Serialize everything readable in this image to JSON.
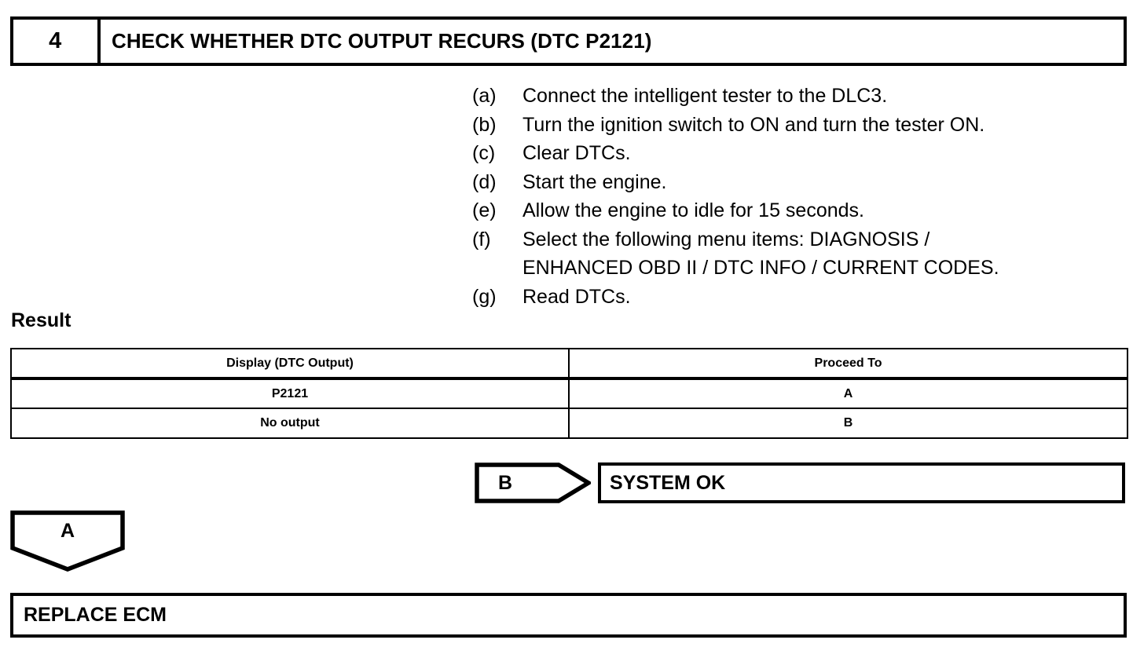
{
  "step": {
    "number": "4",
    "title": "CHECK WHETHER DTC OUTPUT RECURS (DTC P2121)"
  },
  "procedure": {
    "items": [
      {
        "label": "(a)",
        "text": "Connect the intelligent tester to the DLC3.",
        "continuation": ""
      },
      {
        "label": "(b)",
        "text": "Turn the ignition switch to ON and turn the tester ON.",
        "continuation": ""
      },
      {
        "label": "(c)",
        "text": "Clear DTCs.",
        "continuation": ""
      },
      {
        "label": "(d)",
        "text": "Start the engine.",
        "continuation": ""
      },
      {
        "label": "(e)",
        "text": "Allow the engine to idle for 15 seconds.",
        "continuation": ""
      },
      {
        "label": "(f)",
        "text": "Select the following menu items: DIAGNOSIS /",
        "continuation": "ENHANCED OBD II / DTC INFO / CURRENT CODES."
      },
      {
        "label": "(g)",
        "text": "Read DTCs.",
        "continuation": ""
      }
    ]
  },
  "result": {
    "heading": "Result",
    "columns": [
      "Display (DTC Output)",
      "Proceed To"
    ],
    "rows": [
      [
        "P2121",
        "A"
      ],
      [
        "No output",
        "B"
      ]
    ]
  },
  "flow": {
    "connector_b": "B",
    "outcome_b": "SYSTEM OK",
    "connector_a": "A",
    "action_a": "REPLACE ECM"
  },
  "colors": {
    "ink": "#000000",
    "paper": "#ffffff"
  }
}
